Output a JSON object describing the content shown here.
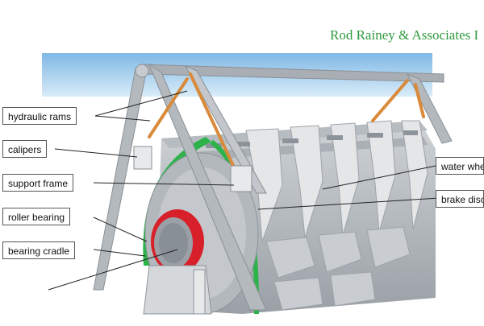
{
  "header": {
    "company": "Rod Rainey & Associates I"
  },
  "labels": {
    "hydraulic_rams": "hydraulic rams",
    "calipers": "calipers",
    "support_frame": "support frame",
    "roller_bearing": "roller bearing",
    "bearing_cradle": "bearing cradle",
    "water_wheel": "water whe",
    "brake_disc": "brake disc"
  },
  "colors": {
    "title": "#2f9a3e",
    "sky": "#8ec3ea",
    "frame": "#bcc1c6",
    "ram": "#d98a3a",
    "brake_disc": "#2db34a",
    "bearing": "#d8202a",
    "wheel": "#d4d6d8"
  }
}
